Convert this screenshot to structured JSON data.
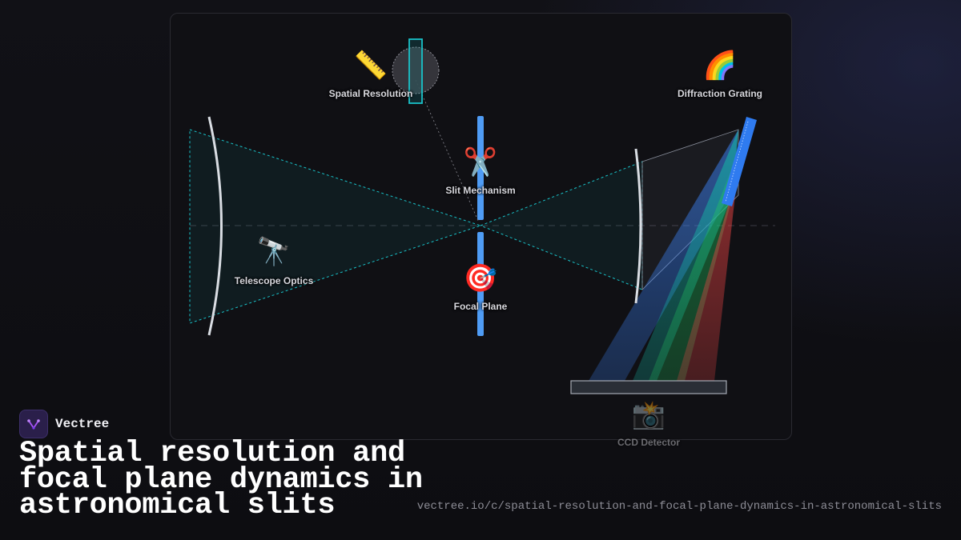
{
  "brand": {
    "name": "Vectree",
    "logo_icon": "vectree-logo-icon",
    "accent": "#a855f7"
  },
  "title": "Spatial resolution and focal plane dynamics in astronomical slits",
  "url": "vectree.io/c/spatial-resolution-and-focal-plane-dynamics-in-astronomical-slits",
  "diagram": {
    "labels": {
      "spatial_resolution": "Spatial Resolution",
      "diffraction_grating": "Diffraction Grating",
      "slit_mechanism": "Slit Mechanism",
      "telescope_optics": "Telescope Optics",
      "focal_plane": "Focal Plane",
      "ccd_detector": "CCD Detector"
    },
    "icons": {
      "spatial_resolution": "📏",
      "diffraction_grating": "🌈",
      "slit_mechanism": "✂️",
      "telescope_optics": "🔭",
      "focal_plane": "🎯",
      "ccd_detector": "📸"
    },
    "colors": {
      "beam": "#19c2c9",
      "slit": "#4f9cf5",
      "grating": "#2f7bf0",
      "spectrum": [
        "#3b82f6",
        "#14b8a6",
        "#22c55e",
        "#ef4444"
      ],
      "lens": "#d9dde3"
    }
  }
}
